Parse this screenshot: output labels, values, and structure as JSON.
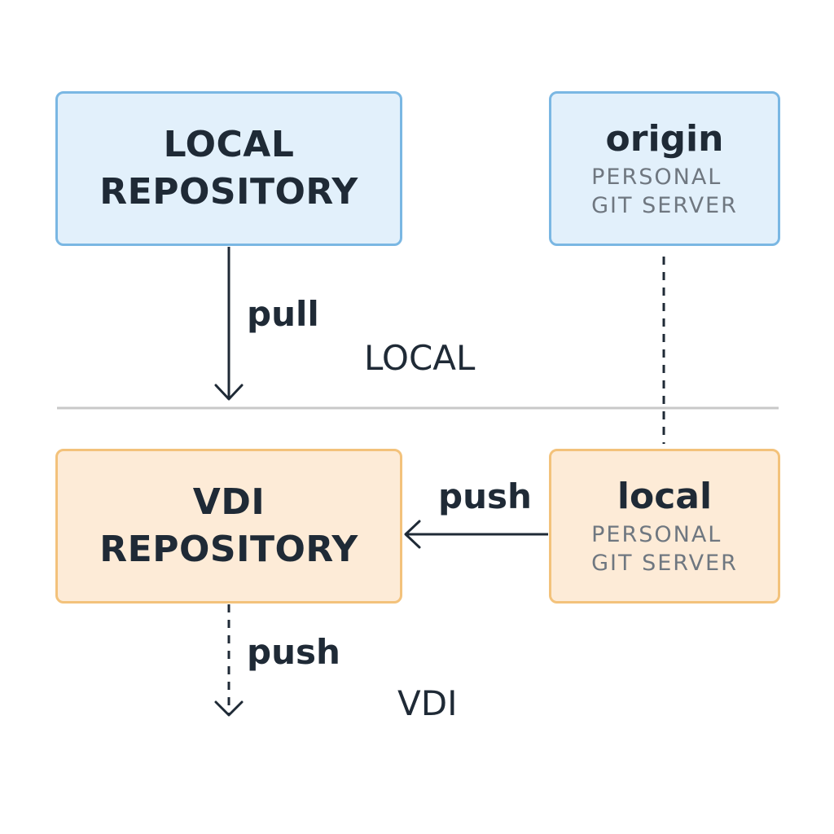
{
  "local_repository": {
    "title_line1": "LOCAL",
    "title_line2": "REPOSITORY"
  },
  "origin_server": {
    "name": "origin",
    "sub_line1": "PERSONAL",
    "sub_line2": "GIT SERVER"
  },
  "vdi_repository": {
    "title_line1": "VDI",
    "title_line2": "REPOSITORY"
  },
  "local_server": {
    "name": "local",
    "sub_line1": "PERSONAL",
    "sub_line2": "GIT SERVER"
  },
  "edges": {
    "pull_label": "pull",
    "push_label_local_to_vdi": "push",
    "push_label_vdi_down": "push"
  },
  "zones": {
    "upper_label": "LOCAL",
    "lower_label": "VDI"
  },
  "colors": {
    "blue_fill": "#e2f0fb",
    "blue_border": "#7ab7e3",
    "orange_fill": "#fdebd7",
    "orange_border": "#f3c27b",
    "divider": "#c8c8c8",
    "text": "#1f2a36",
    "subtext": "#6f7780"
  }
}
